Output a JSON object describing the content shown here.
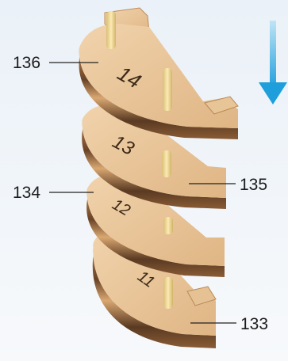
{
  "callouts": {
    "top_left": "136",
    "mid_right": "135",
    "mid_left": "134",
    "bottom_right": "133"
  },
  "engravings": {
    "piece_14": "14",
    "piece_13": "13",
    "piece_12": "12",
    "piece_11": "11"
  },
  "direction_arrow": {
    "name": "down-arrow-icon",
    "color": "#2aa6df"
  },
  "colors": {
    "wood_top": "#e9c79c",
    "wood_edge_light": "#c98f57",
    "wood_edge_dark": "#5a3a22",
    "peg": "#f2dd9a",
    "background": "#eef3f8"
  }
}
